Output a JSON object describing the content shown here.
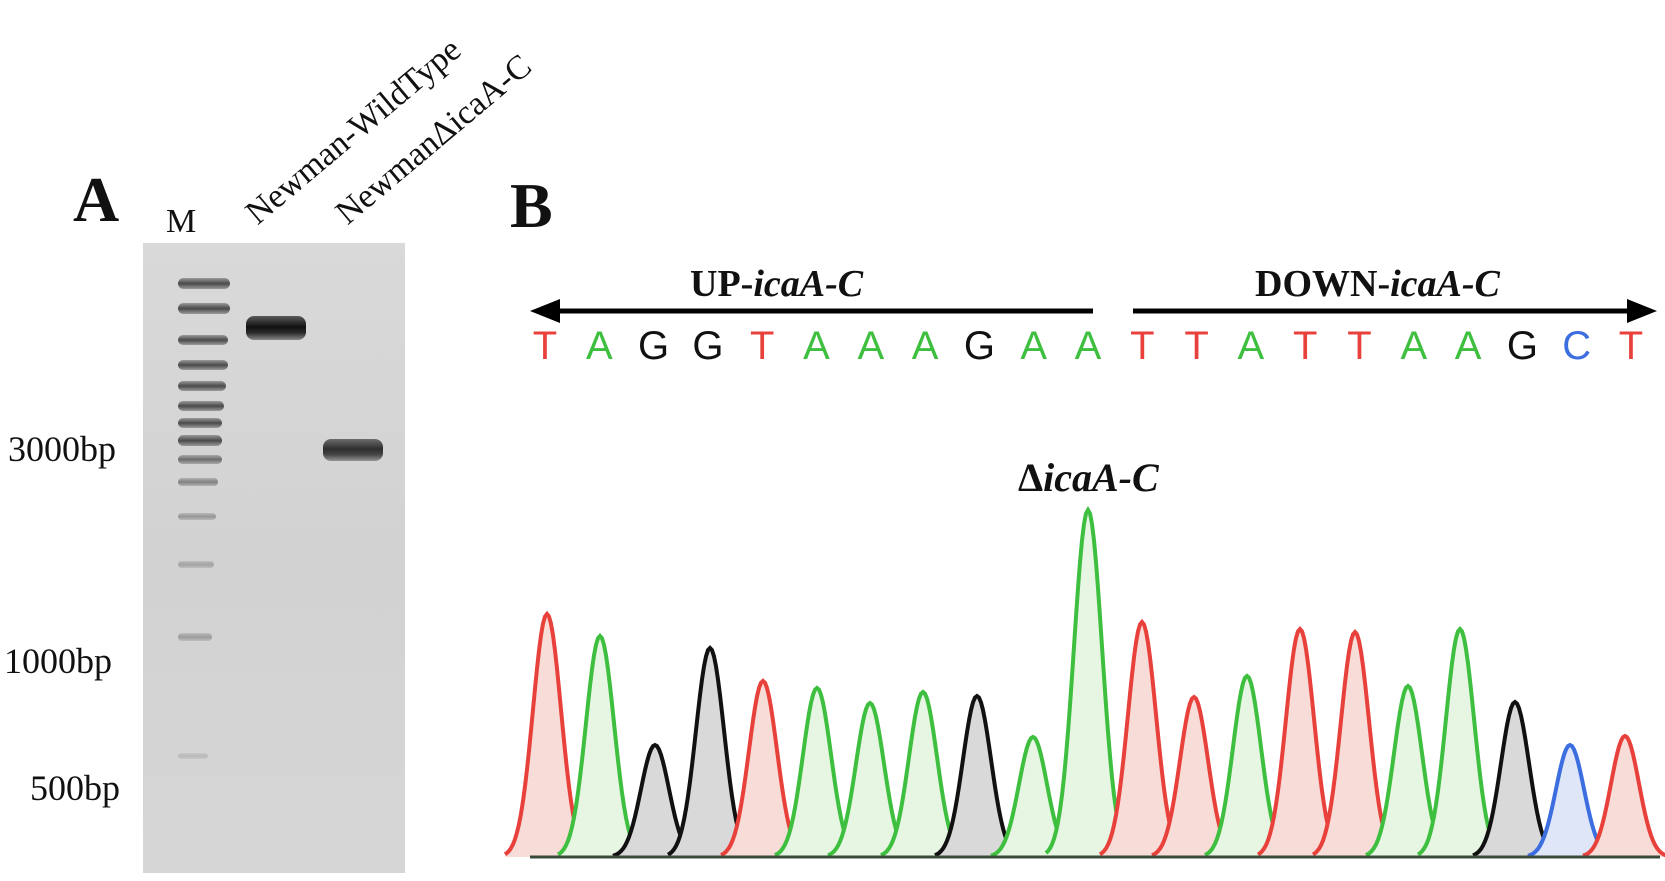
{
  "panel_a": {
    "letter": "A",
    "marker_lane": "M",
    "lanes": [
      "Newman-WildType",
      "NewmanΔicaA-C"
    ],
    "size_markers": [
      "3000bp",
      "1000bp",
      "500bp"
    ]
  },
  "panel_b": {
    "letter": "B",
    "up_region": {
      "prefix": "UP-",
      "gene": "icaA-C"
    },
    "down_region": {
      "prefix": "DOWN-",
      "gene": "icaA-C"
    },
    "deletion_label": {
      "prefix": "Δ",
      "gene": "icaA-C"
    },
    "sequence": [
      "T",
      "A",
      "G",
      "G",
      "T",
      "A",
      "A",
      "A",
      "G",
      "A",
      "A",
      "T",
      "T",
      "A",
      "T",
      "T",
      "A",
      "A",
      "G",
      "C",
      "T"
    ],
    "base_colors": {
      "A": "#3fbf3f",
      "T": "#e8413c",
      "G": "#111111",
      "C": "#3c6ee0"
    },
    "base_fills": {
      "A": "#e6f6e2",
      "T": "#f8dcd8",
      "G": "#d9d9d9",
      "C": "#dfe6f7"
    }
  }
}
